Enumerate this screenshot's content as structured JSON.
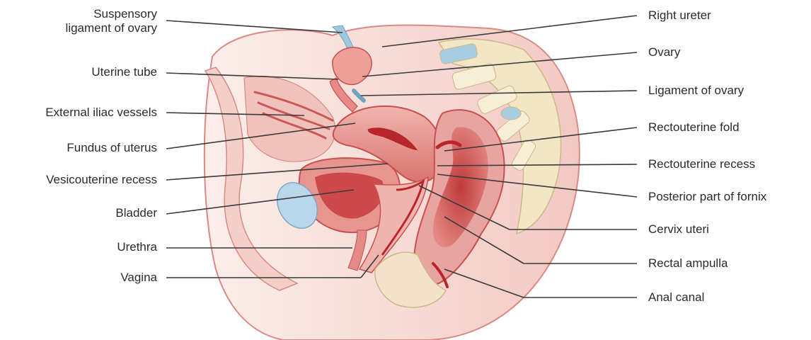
{
  "diagram": {
    "labels_left": [
      {
        "id": "suspensory",
        "lines": [
          "Suspensory",
          "ligament of ovary"
        ]
      },
      {
        "id": "uterine-tube",
        "lines": [
          "Uterine tube"
        ]
      },
      {
        "id": "external-iliac",
        "lines": [
          "External iliac vessels"
        ]
      },
      {
        "id": "fundus",
        "lines": [
          "Fundus of uterus"
        ]
      },
      {
        "id": "vesicouterine",
        "lines": [
          "Vesicouterine recess"
        ]
      },
      {
        "id": "bladder",
        "lines": [
          "Bladder"
        ]
      },
      {
        "id": "urethra",
        "lines": [
          "Urethra"
        ]
      },
      {
        "id": "vagina",
        "lines": [
          "Vagina"
        ]
      }
    ],
    "labels_right": [
      {
        "id": "right-ureter",
        "lines": [
          "Right ureter"
        ]
      },
      {
        "id": "ovary",
        "lines": [
          "Ovary"
        ]
      },
      {
        "id": "ligament-ovary",
        "lines": [
          "Ligament of ovary"
        ]
      },
      {
        "id": "rectouterine-fold",
        "lines": [
          "Rectouterine fold"
        ]
      },
      {
        "id": "rectouterine-recess",
        "lines": [
          "Rectouterine recess"
        ]
      },
      {
        "id": "posterior-fornix",
        "lines": [
          "Posterior part of fornix"
        ]
      },
      {
        "id": "cervix",
        "lines": [
          "Cervix uteri"
        ]
      },
      {
        "id": "rectal-ampulla",
        "lines": [
          "Rectal ampulla"
        ]
      },
      {
        "id": "anal-canal",
        "lines": [
          "Anal canal"
        ]
      }
    ],
    "colors": {
      "skin": "#f6d9d3",
      "body_edge": "#d98a86",
      "muscle": "#e8a4a0",
      "muscle_dark": "#c9504f",
      "lumen": "#b8262b",
      "bone": "#f3e6c4",
      "bone_edge": "#c9b88a",
      "ligament_blue": "#9fc7de",
      "bladder_blue": "#b9d6ea",
      "leader": "#3a3a3a",
      "label_text": "#2b2b2b"
    }
  }
}
